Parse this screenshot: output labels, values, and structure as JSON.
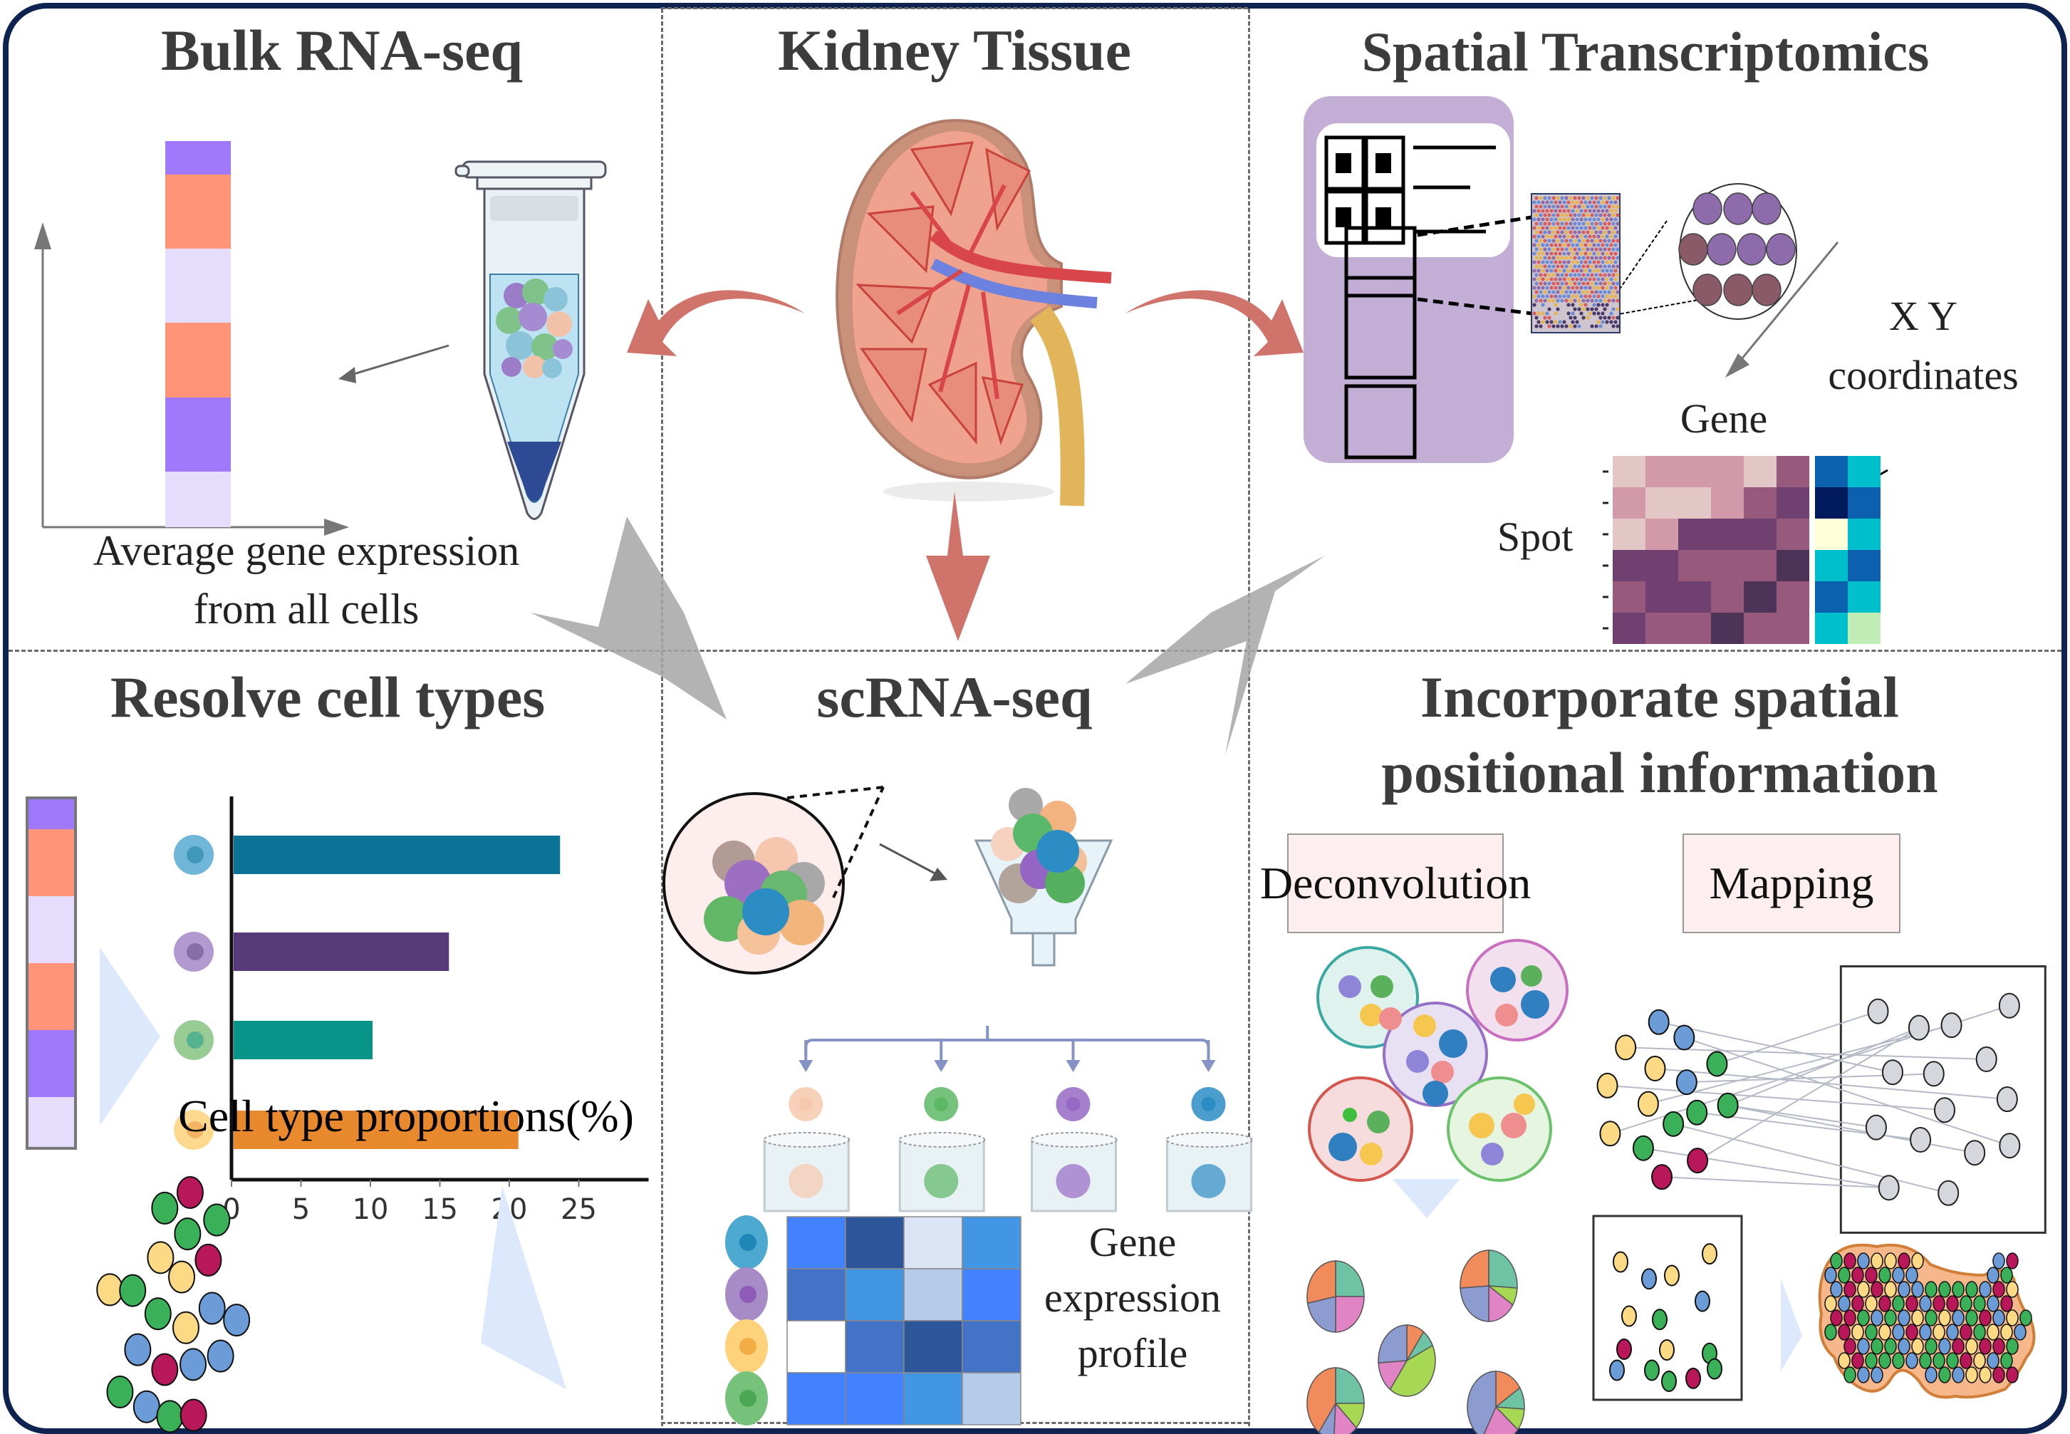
{
  "colors": {
    "frame": "#0F2350",
    "bulk_purple": "#A078FC",
    "bulk_orange": "#FF9478",
    "bulk_lavender": "#E6DDFC",
    "arrow_red": "#D0736A",
    "arrow_gray": "#9a9a9a"
  },
  "panels": {
    "bulk": {
      "title": "Bulk RNA-seq",
      "caption_line1": "Average gene expression",
      "caption_line2": "from all cells",
      "bar_segments": [
        "purple",
        "orange",
        "lavender",
        "orange",
        "purple",
        "lavender"
      ]
    },
    "kidney": {
      "title": "Kidney Tissue"
    },
    "spatial": {
      "title": "Spatial Transcriptomics",
      "gene_label": "Gene",
      "spot_label": "Spot",
      "xy_label_line1": "X Y",
      "xy_label_line2": "coordinates",
      "gene_heatmap_levels": [
        [
          1,
          2,
          2,
          2,
          1,
          3
        ],
        [
          2,
          1,
          1,
          2,
          3,
          4
        ],
        [
          1,
          2,
          4,
          4,
          4,
          3
        ],
        [
          4,
          4,
          3,
          3,
          3,
          5
        ],
        [
          3,
          4,
          4,
          3,
          5,
          3
        ],
        [
          4,
          3,
          3,
          5,
          3,
          3
        ]
      ],
      "gene_level_colors": [
        "#E3C6C6",
        "#D29AA8",
        "#985A7C",
        "#704070",
        "#4E3358"
      ],
      "xy_colors": [
        [
          "#0B61AE",
          "#00BFCC"
        ],
        [
          "#001A5C",
          "#0B61AE"
        ],
        [
          "#FFFFD9",
          "#00BFCC"
        ],
        [
          "#00BFCC",
          "#0B61AE"
        ],
        [
          "#0B61AE",
          "#00BFCC"
        ],
        [
          "#00BFCC",
          "#C0EDB5"
        ]
      ]
    },
    "resolve": {
      "title": "Resolve cell types"
    },
    "scrna": {
      "title": "scRNA-seq",
      "profile_line1": "Gene",
      "profile_line2": "expression",
      "profile_line3": "profile",
      "profile_heatmap": [
        [
          "#4281FF",
          "#2D5599",
          "#DCE5F6",
          "#4396E4"
        ],
        [
          "#4372C7",
          "#4396E4",
          "#B5CBEA",
          "#4281FF"
        ],
        [
          "#FFFFFF",
          "#4372C7",
          "#2D5599",
          "#4372C7"
        ],
        [
          "#4281FF",
          "#4281FF",
          "#4396E4",
          "#B5CBEA"
        ]
      ],
      "cell_colors": [
        "#1E87B8",
        "#8E5CB8",
        "#F2AE45",
        "#4AA855"
      ]
    },
    "incorporate": {
      "title_line1": "Incorporate spatial",
      "title_line2": "positional information",
      "deconvolution_label": "Deconvolution",
      "mapping_label": "Mapping"
    }
  },
  "chart_data": {
    "type": "bar",
    "orientation": "horizontal",
    "title": "",
    "xlabel": "Cell type proportions(%)",
    "ylabel": "",
    "categories": [
      "blue cell type",
      "purple cell type",
      "green cell type",
      "yellow cell type"
    ],
    "category_icon_colors": [
      "#6FB6D8",
      "#B09AD0",
      "#98CC94",
      "#FCD98E"
    ],
    "values": [
      23.5,
      15.5,
      10,
      20.5
    ],
    "bar_colors": [
      "#0B7396",
      "#573A7A",
      "#07958A",
      "#E8892E"
    ],
    "xticks": [
      0,
      5,
      10,
      15,
      20,
      25
    ],
    "xlim": [
      0,
      29
    ],
    "grid": false
  },
  "cell_type_palette": {
    "green": "#3AB158",
    "magenta": "#B8175A",
    "yellow": "#FBD985",
    "blue": "#6C9CD8",
    "gray": "#D5D7DC"
  }
}
